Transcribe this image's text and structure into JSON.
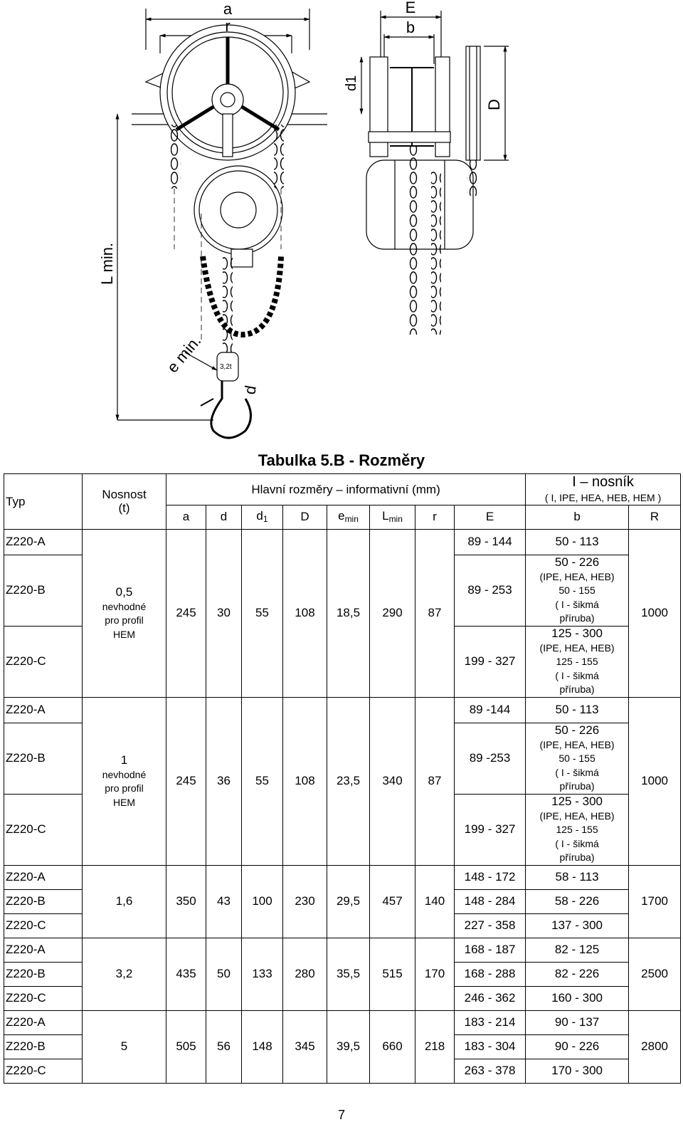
{
  "drawing": {
    "dim_a": "a",
    "dim_r": "r",
    "dim_E": "E",
    "dim_b": "b",
    "dim_d1": "d1",
    "dim_D": "D",
    "dim_L": "L min.",
    "dim_e": "e min.",
    "dim_d": "d",
    "hook_mark": "3,2t"
  },
  "caption": "Tabulka 5.B - Rozměry",
  "table": {
    "head": {
      "typ": "Typ",
      "nosnost": "Nosnost",
      "nosnost_unit": "(t)",
      "hlavni": "Hlavní rozměry – informativní (mm)",
      "nosnik": "I – nosník",
      "nosnik_sub": "( I, IPE, HEA, HEB, HEM )",
      "cols": {
        "a": "a",
        "d": "d",
        "d1": "d",
        "d1_sub": "1",
        "D": "D",
        "emin": "e",
        "emin_sub": "min",
        "lmin": "L",
        "lmin_sub": "min",
        "r": "r",
        "E": "E",
        "b": "b",
        "R": "R"
      }
    },
    "groups": [
      {
        "nosnost": "0,5",
        "note": "nevhodné\npro profil\nHEM",
        "a": "245",
        "d": "30",
        "d1": "55",
        "D": "108",
        "emin": "18,5",
        "lmin": "290",
        "r": "87",
        "R": "1000",
        "rows": [
          {
            "typ": "Z220-A",
            "E": "89 - 144",
            "b": "50 - 113"
          },
          {
            "typ": "Z220-B",
            "E": "89 - 253",
            "b": "50 - 226\n(IPE, HEA, HEB)\n50 - 155\n( I - šikmá\npříruba)"
          },
          {
            "typ": "Z220-C",
            "E": "199 - 327",
            "b": "125 - 300\n(IPE, HEA, HEB)\n125 - 155\n( I - šikmá\npříruba)"
          }
        ]
      },
      {
        "nosnost": "1",
        "note": "nevhodné\npro profil\nHEM",
        "a": "245",
        "d": "36",
        "d1": "55",
        "D": "108",
        "emin": "23,5",
        "lmin": "340",
        "r": "87",
        "R": "1000",
        "rows": [
          {
            "typ": "Z220-A",
            "E": "89 -144",
            "b": "50 - 113"
          },
          {
            "typ": "Z220-B",
            "E": "89 -253",
            "b": "50 - 226\n(IPE, HEA, HEB)\n50 - 155\n( I - šikmá\npříruba)"
          },
          {
            "typ": "Z220-C",
            "E": "199 - 327",
            "b": "125 - 300\n(IPE, HEA, HEB)\n125 - 155\n( I - šikmá\npříruba)"
          }
        ]
      },
      {
        "nosnost": "1,6",
        "a": "350",
        "d": "43",
        "d1": "100",
        "D": "230",
        "emin": "29,5",
        "lmin": "457",
        "r": "140",
        "R": "1700",
        "rows": [
          {
            "typ": "Z220-A",
            "E": "148 - 172",
            "b": "58 - 113"
          },
          {
            "typ": "Z220-B",
            "E": "148 - 284",
            "b": "58 - 226"
          },
          {
            "typ": "Z220-C",
            "E": "227 - 358",
            "b": "137 - 300"
          }
        ]
      },
      {
        "nosnost": "3,2",
        "a": "435",
        "d": "50",
        "d1": "133",
        "D": "280",
        "emin": "35,5",
        "lmin": "515",
        "r": "170",
        "R": "2500",
        "rows": [
          {
            "typ": "Z220-A",
            "E": "168 - 187",
            "b": "82 - 125"
          },
          {
            "typ": "Z220-B",
            "E": "168 - 288",
            "b": "82 - 226"
          },
          {
            "typ": "Z220-C",
            "E": "246 - 362",
            "b": "160 - 300"
          }
        ]
      },
      {
        "nosnost": "5",
        "a": "505",
        "d": "56",
        "d1": "148",
        "D": "345",
        "emin": "39,5",
        "lmin": "660",
        "r": "218",
        "R": "2800",
        "rows": [
          {
            "typ": "Z220-A",
            "E": "183 - 214",
            "b": "90 - 137"
          },
          {
            "typ": "Z220-B",
            "E": "183 - 304",
            "b": "90 - 226"
          },
          {
            "typ": "Z220-C",
            "E": "263 - 378",
            "b": "170 - 300"
          }
        ]
      }
    ]
  },
  "page_number": "7"
}
